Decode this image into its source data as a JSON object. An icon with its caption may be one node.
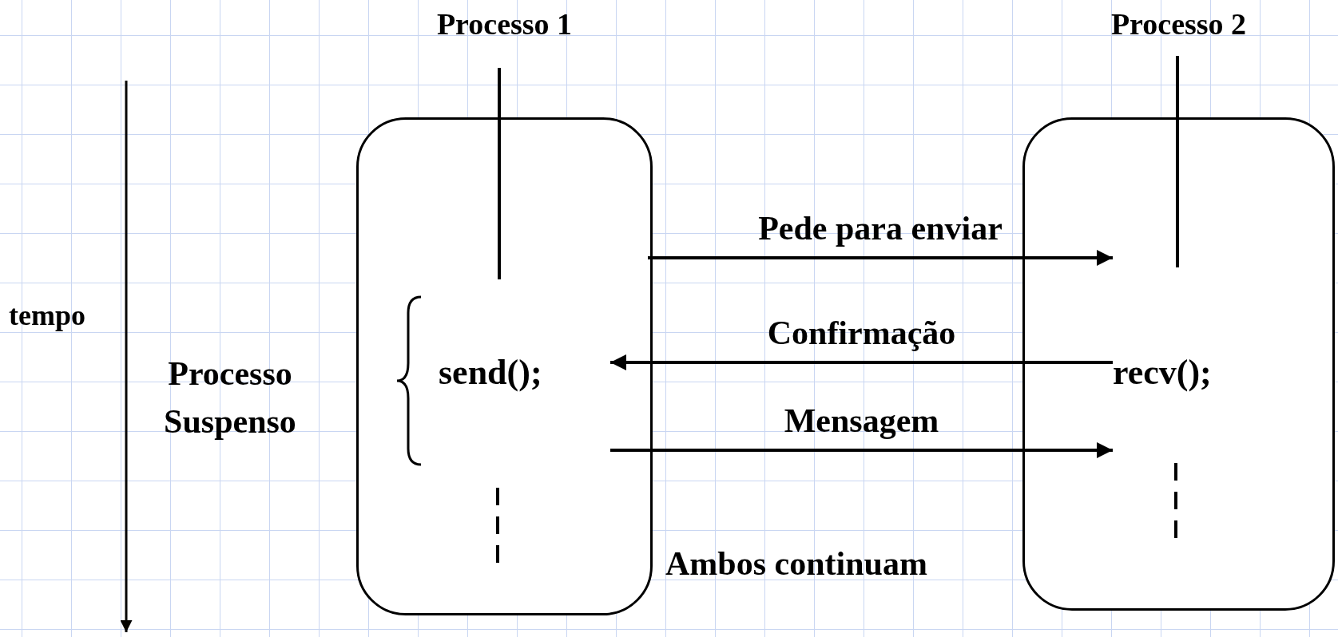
{
  "diagram": {
    "nodes": [
      {
        "text": [
          "Processo 1"
        ]
      },
      {
        "text": [
          "send();"
        ],
        "in": 0
      },
      {
        "text": [
          "Processo 2"
        ]
      },
      {
        "text": [
          "recv();"
        ],
        "in": 2
      }
    ],
    "edges": [
      {
        "from": 0,
        "to": 3,
        "arrow": "to",
        "label": "Pede para enviar"
      },
      {
        "from": 3,
        "to": 1,
        "arrow": "to",
        "label": "Confirmação"
      },
      {
        "from": 1,
        "to": 3,
        "arrow": "to",
        "label": "Mensagem"
      }
    ],
    "labels": [
      "tempo",
      "Processo Suspenso",
      "Ambos continuam"
    ]
  }
}
